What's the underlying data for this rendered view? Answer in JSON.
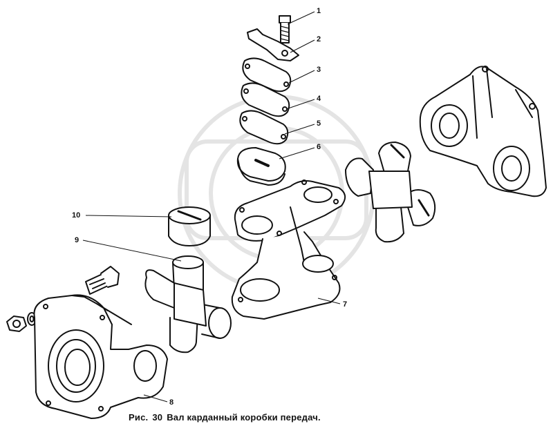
{
  "caption": {
    "prefix": "Рис.",
    "number": "30",
    "title": "Вал карданный коробки передач."
  },
  "callouts": [
    {
      "id": "1",
      "label": "1"
    },
    {
      "id": "2",
      "label": "2"
    },
    {
      "id": "3",
      "label": "3"
    },
    {
      "id": "4",
      "label": "4"
    },
    {
      "id": "5",
      "label": "5"
    },
    {
      "id": "6",
      "label": "6"
    },
    {
      "id": "7",
      "label": "7"
    },
    {
      "id": "8",
      "label": "8"
    },
    {
      "id": "9",
      "label": "9"
    },
    {
      "id": "10",
      "label": "10"
    }
  ],
  "colors": {
    "ink": "#111111",
    "watermark": "#e6e6e6"
  }
}
